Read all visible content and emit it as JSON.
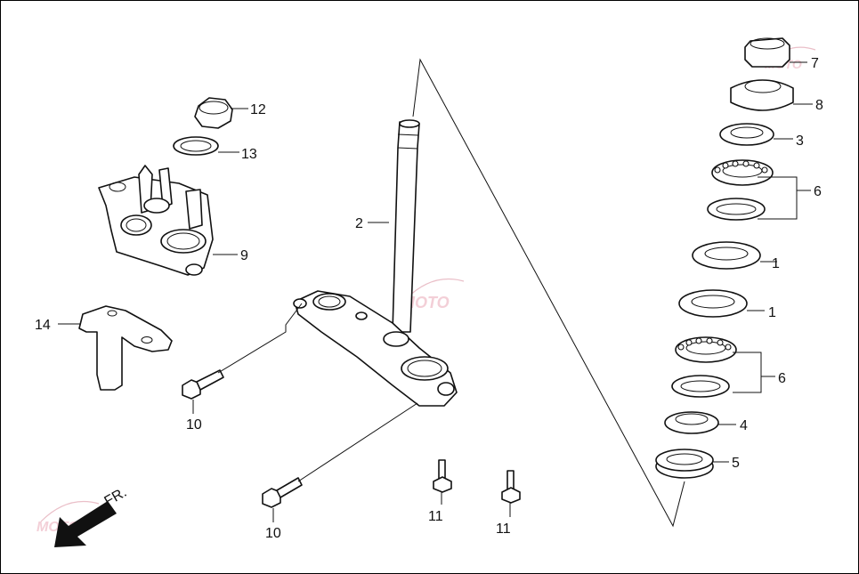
{
  "labels": {
    "l1a": "1",
    "l1b": "1",
    "l2": "2",
    "l3": "3",
    "l4": "4",
    "l5": "5",
    "l6a": "6",
    "l6b": "6",
    "l7": "7",
    "l8": "8",
    "l9": "9",
    "l10a": "10",
    "l10b": "10",
    "l11a": "11",
    "l11b": "11",
    "l12": "12",
    "l13": "13",
    "l14": "14"
  },
  "direction": {
    "text": "FR."
  },
  "icons": {
    "front_arrow": "arrow-down-left-icon"
  },
  "colors": {
    "line": "#111111",
    "watermark": "#e8a0b0"
  }
}
